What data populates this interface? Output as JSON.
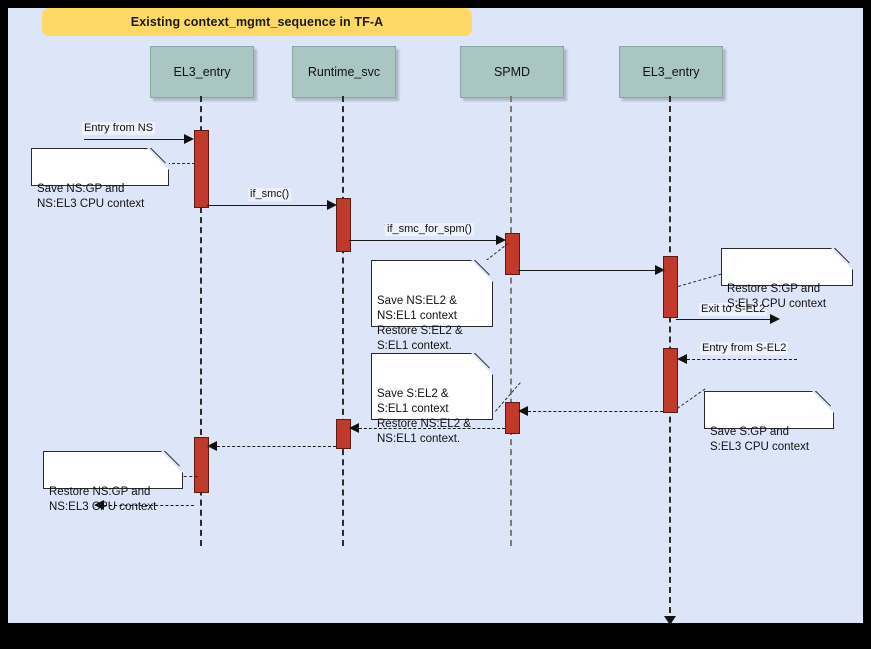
{
  "diagram": {
    "title": "Existing context_mgmt_sequence in TF-A",
    "type": "uml-sequence-diagram",
    "colors": {
      "frame": "#000000",
      "background": "#dde6f8",
      "title_banner": "#ffd966",
      "participant_fill": "#aac6c2",
      "activation_fill": "#c0392b",
      "note_fill": "#ffffff",
      "line": "#1a1a1a"
    },
    "participants": [
      {
        "id": "el3_entry_left",
        "label": "EL3_entry"
      },
      {
        "id": "runtime_svc",
        "label": "Runtime_svc"
      },
      {
        "id": "spmd",
        "label": "SPMD"
      },
      {
        "id": "el3_entry_right",
        "label": "EL3_entry"
      }
    ],
    "messages": [
      {
        "id": "m1",
        "label": "Entry from NS",
        "from": "external-left",
        "to": "el3_entry_left",
        "style": "solid"
      },
      {
        "id": "m2",
        "label": "if_smc()",
        "from": "el3_entry_left",
        "to": "runtime_svc",
        "style": "solid"
      },
      {
        "id": "m3",
        "label": "if_smc_for_spm()",
        "from": "runtime_svc",
        "to": "spmd",
        "style": "solid"
      },
      {
        "id": "m4",
        "label": "",
        "from": "spmd",
        "to": "el3_entry_right",
        "style": "solid"
      },
      {
        "id": "m5",
        "label": "Exit to S-EL2",
        "from": "el3_entry_right",
        "to": "external-right",
        "style": "solid"
      },
      {
        "id": "m6",
        "label": "Entry from S-EL2",
        "from": "external-right",
        "to": "el3_entry_right",
        "style": "dashed"
      },
      {
        "id": "m7",
        "label": "",
        "from": "el3_entry_right",
        "to": "spmd",
        "style": "dashed"
      },
      {
        "id": "m8",
        "label": "",
        "from": "spmd",
        "to": "runtime_svc",
        "style": "dashed"
      },
      {
        "id": "m9",
        "label": "",
        "from": "runtime_svc",
        "to": "el3_entry_left",
        "style": "dashed"
      },
      {
        "id": "m10",
        "label": "",
        "from": "el3_entry_left",
        "to": "external-left",
        "style": "dashed"
      }
    ],
    "notes": [
      {
        "id": "note1",
        "text": "Save NS:GP and\nNS:EL3 CPU context",
        "attached_to": "el3_entry_left"
      },
      {
        "id": "note2",
        "text": "Save NS:EL2 &\nNS:EL1 context\nRestore S:EL2 &\nS:EL1 context.",
        "attached_to": "spmd"
      },
      {
        "id": "note3",
        "text": "Restore S:GP and\nS:EL3 CPU context",
        "attached_to": "el3_entry_right"
      },
      {
        "id": "note4",
        "text": "Save S:EL2 &\nS:EL1 context\nRestore NS:EL2 &\nNS:EL1 context.",
        "attached_to": "spmd"
      },
      {
        "id": "note5",
        "text": "Save S:GP and\nS:EL3 CPU context",
        "attached_to": "el3_entry_right"
      },
      {
        "id": "note6",
        "text": "Restore NS:GP and\nNS:EL3 CPU context",
        "attached_to": "el3_entry_left"
      }
    ]
  }
}
